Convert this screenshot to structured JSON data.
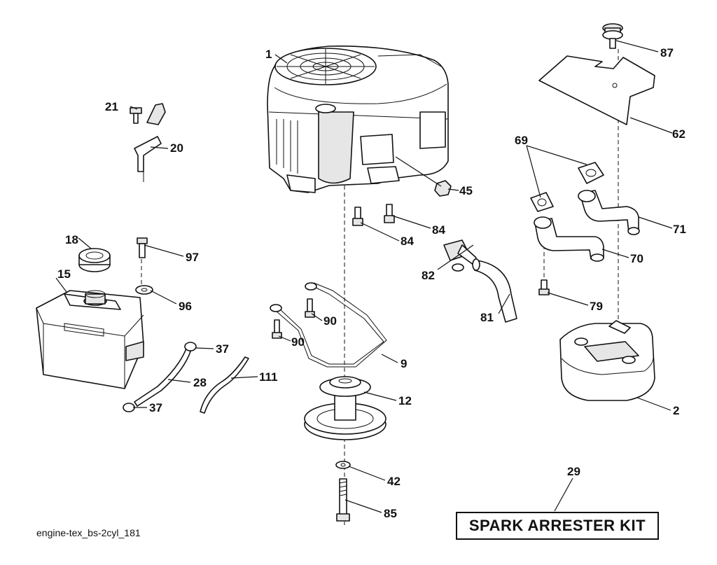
{
  "diagram": {
    "footer_reference": "engine-tex_bs-2cyl_181",
    "kit_label": "SPARK ARRESTER KIT",
    "callouts": [
      "1",
      "2",
      "9",
      "12",
      "15",
      "18",
      "20",
      "21",
      "28",
      "29",
      "37",
      "37",
      "42",
      "45",
      "62",
      "69",
      "70",
      "71",
      "79",
      "81",
      "82",
      "84",
      "84",
      "85",
      "87",
      "90",
      "90",
      "96",
      "97",
      "111"
    ]
  }
}
